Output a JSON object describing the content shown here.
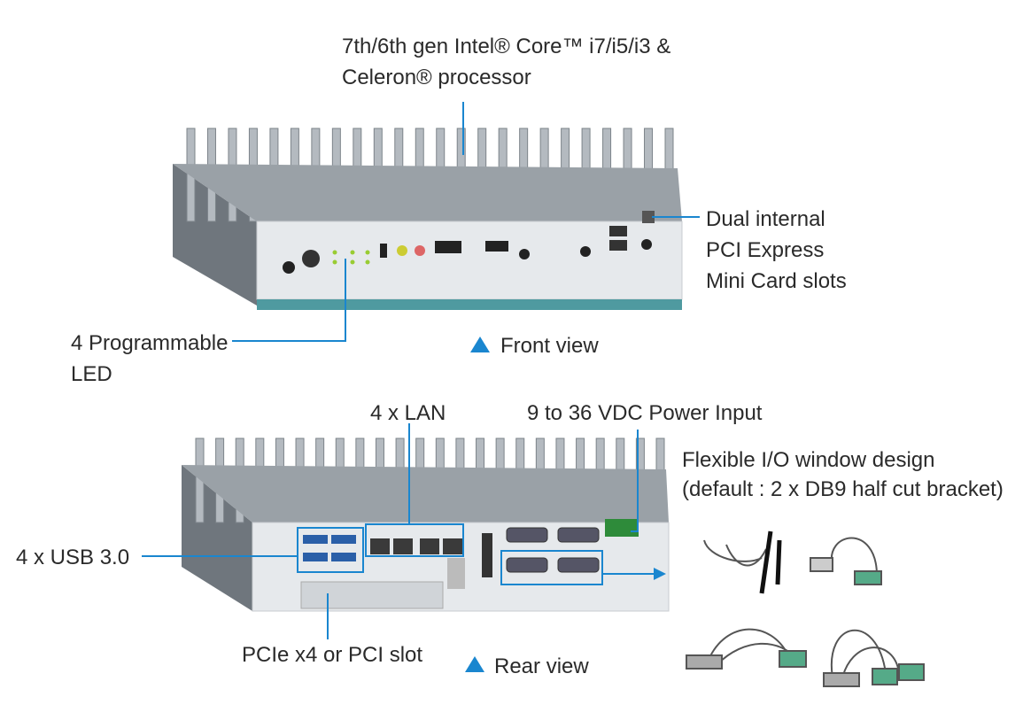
{
  "labels": {
    "processor_line1": "7th/6th gen Intel® Core™ i7/i5/i3 &",
    "processor_line2": "Celeron® processor",
    "pcie_mini_line1": "Dual internal",
    "pcie_mini_line2": "PCI Express",
    "pcie_mini_line3": "Mini Card slots",
    "led_line1": "4 Programmable",
    "led_line2": "LED",
    "front_view": "Front view",
    "lan": "4 x LAN",
    "power": "9 to 36 VDC Power Input",
    "flex_line1": "Flexible I/O window design",
    "flex_line2": "(default : 2 x DB9 half cut bracket)",
    "usb": "4 x USB 3.0",
    "pci_slot": "PCIe x4 or PCI slot",
    "rear_view": "Rear view"
  },
  "colors": {
    "accent": "#1a86cf",
    "text": "#2a2a2a",
    "chassis": "#e4e7ea",
    "fins": "#8d949b",
    "base": "#4f9aa0"
  }
}
